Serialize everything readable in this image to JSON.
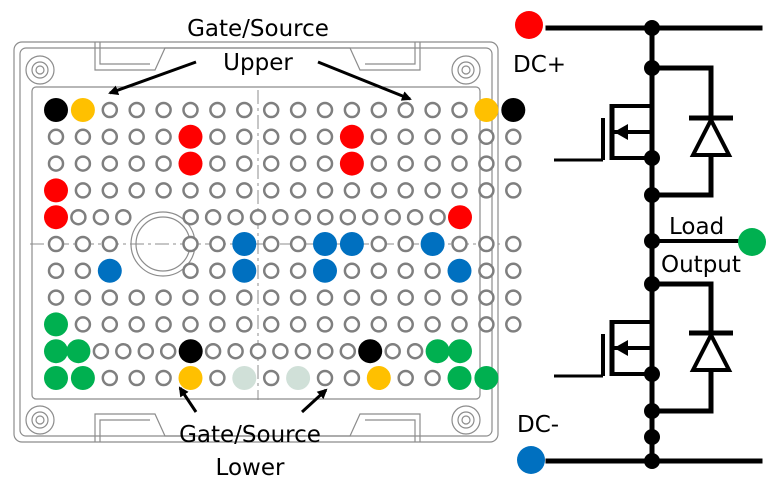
{
  "labels": {
    "gate_source_upper_line1": "Gate/Source",
    "gate_source_upper_line2": "Upper",
    "gate_source_lower_line1": "Gate/Source",
    "gate_source_lower_line2": "Lower",
    "dc_plus": "DC+",
    "dc_minus": "DC-",
    "load_line1": "Load",
    "load_line2": "Output"
  },
  "colors": {
    "gate": "#000000",
    "source": "#ffc000",
    "dc_plus": "#ff0000",
    "dc_minus": "#0070c0",
    "load": "#00b050",
    "unused_pin": "#d0e0d8",
    "empty_pin": "#7f7f7f"
  },
  "pin_legend": {
    "K": "gate",
    "Y": "source",
    "R": "dc_plus",
    "B": "dc_minus",
    "G": "load",
    "L": "unused_pin",
    "o": "empty_pin",
    "-": "none"
  },
  "pin_grid": [
    "KYooooooooooooooYK",
    "oooooRoooooRoooooo",
    "oooooRoooooRoooooo",
    "Rooooooooooooooooo",
    "Rooo--ooooooooooooR",
    "ooo--ooBooBBooBooo",
    "ooB--ooBooBooooBoo",
    "oooooooooooooooooo",
    "Gooooooooooooooooo",
    "GGooooKoooooooKooGG",
    "GGoooYoLoLooYooGG"
  ]
}
